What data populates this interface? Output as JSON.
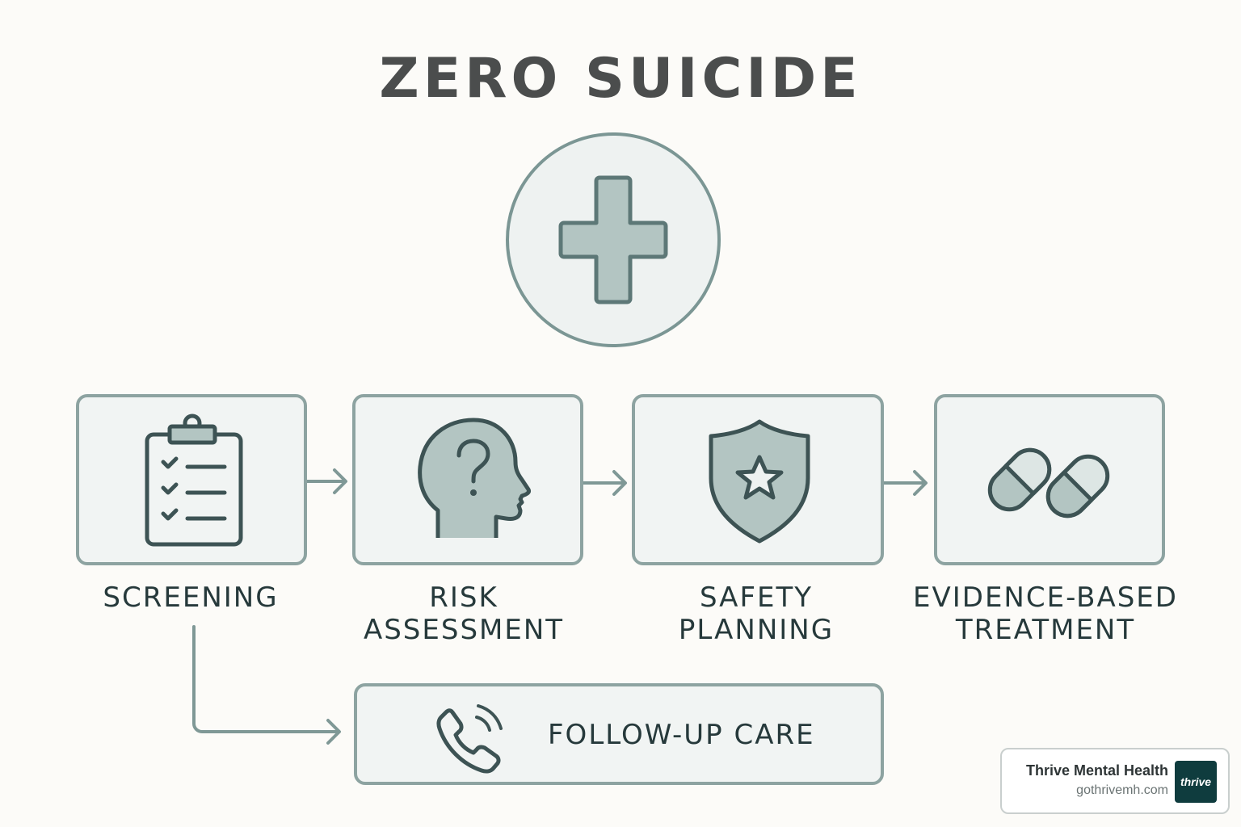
{
  "title": "ZERO SUICIDE",
  "hub": {
    "icon": "medical-cross-icon"
  },
  "steps": [
    {
      "label_lines": [
        "SCREENING"
      ],
      "icon": "clipboard-checklist-icon"
    },
    {
      "label_lines": [
        "RISK",
        "ASSESSMENT"
      ],
      "icon": "head-question-icon"
    },
    {
      "label_lines": [
        "SAFETY",
        "PLANNING"
      ],
      "icon": "shield-star-icon"
    },
    {
      "label_lines": [
        "EVIDENCE-BASED",
        "TREATMENT"
      ],
      "icon": "pills-icon"
    }
  ],
  "followup": {
    "label": "FOLLOW-UP CARE",
    "icon": "phone-icon"
  },
  "brand": {
    "name": "Thrive Mental Health",
    "url": "gothrivemh.com",
    "logo_text": "thrive"
  },
  "colors": {
    "stroke": "#7b9694",
    "fill": "#b3c5c2",
    "dark_stroke": "#3d5354",
    "text": "#26393b",
    "logo_bg": "#0f3c3e"
  }
}
